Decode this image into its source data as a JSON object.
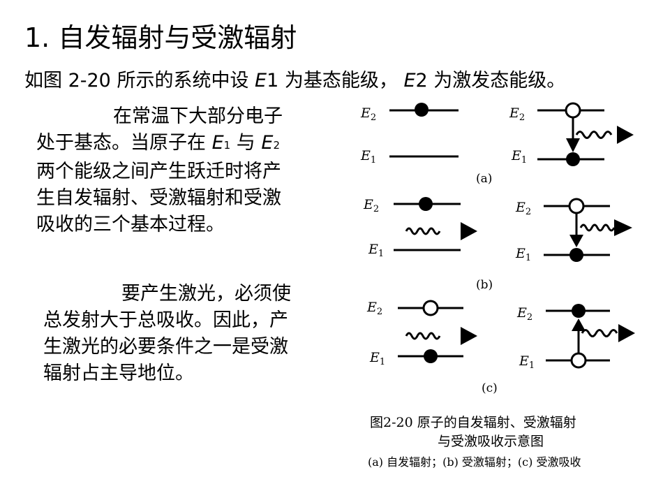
{
  "slide": {
    "title": "1. 自发辐射与受激辐射",
    "intro": {
      "pre": "如图 2-20 所示的系统中设 ",
      "e1_letter": "E",
      "e1_num": "1",
      "mid": " 为基态能级， ",
      "e2_letter": "E",
      "e2_num": "2",
      "post": " 为激发态能级。"
    },
    "para1": {
      "line1": "在常温下大部分电子",
      "line2_pre": "处于基态。当原子在 ",
      "e1_letter": "E",
      "e1_sub": "1",
      "line2_mid": " 与 ",
      "e2_letter": "E",
      "e2_sub": "2",
      "line3": "两个能级之间产生跃迁时将产",
      "line4": "生自发辐射、受激辐射和受激",
      "line5": "吸收的三个基本过程。"
    },
    "para2": {
      "line1": "要产生激光，必须使",
      "line2": "总发射大于总吸收。因此，产",
      "line3": "生激光的必要条件之一是受激",
      "line4": "辐射占主导地位。"
    }
  },
  "figure": {
    "level_letter": "E",
    "level_sub_upper": "2",
    "level_sub_lower": "1",
    "label_a": "(a)",
    "label_b": "(b)",
    "label_c": "(c)",
    "caption_line1": "图2-20  原子的自发辐射、受激辐射",
    "caption_line2": "与受激吸收示意图",
    "caption_line3": "(a) 自发辐射；(b) 受激辐射；(c) 受激吸收"
  }
}
